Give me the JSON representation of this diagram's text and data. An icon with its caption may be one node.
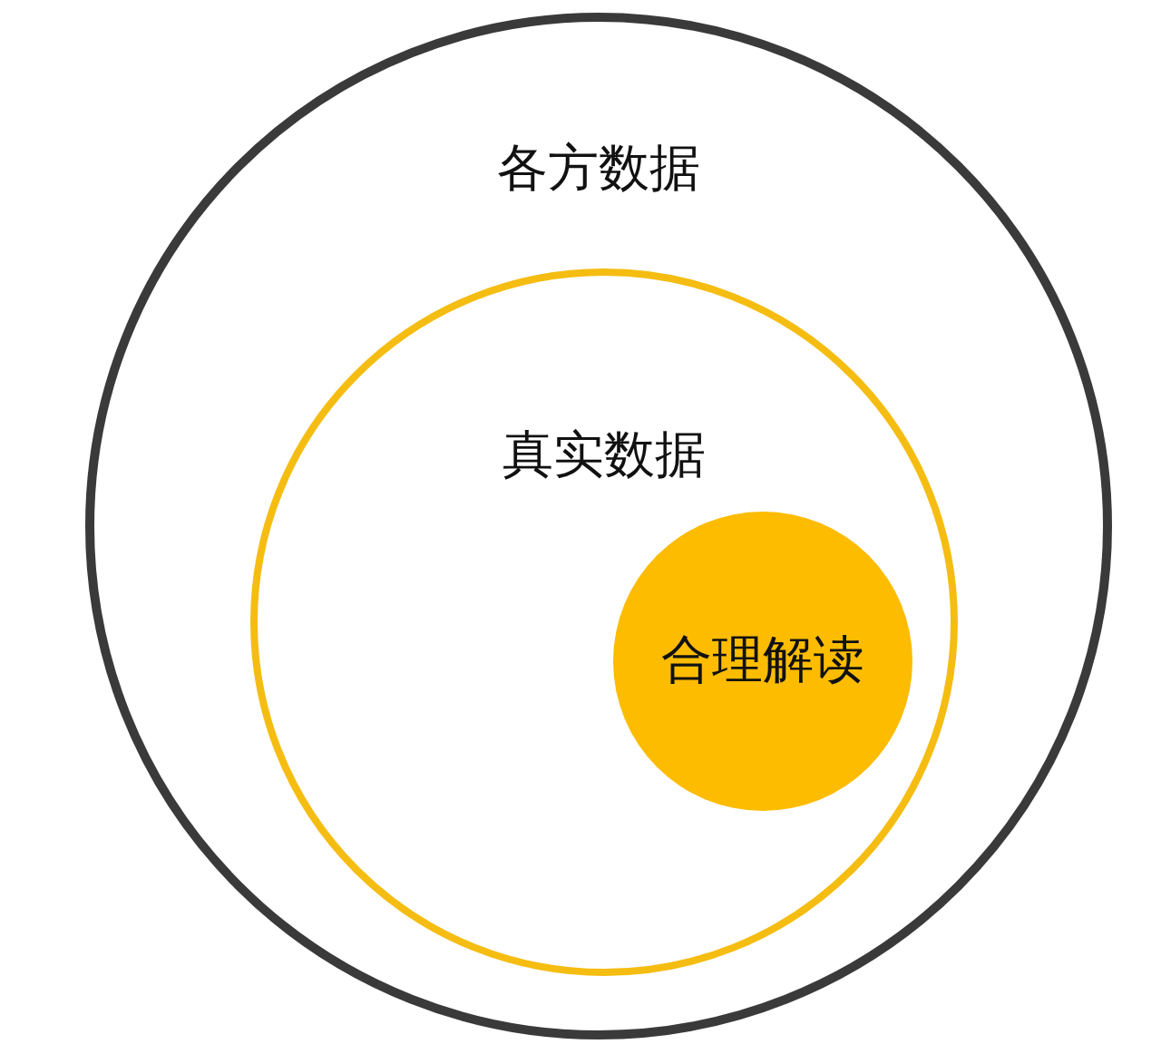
{
  "diagram": {
    "nodes": [
      {
        "text": [
          "各方数据"
        ]
      },
      {
        "text": [
          "真实数据"
        ],
        "in": 0
      },
      {
        "text": [
          "合理解读"
        ],
        "in": 1
      }
    ]
  }
}
